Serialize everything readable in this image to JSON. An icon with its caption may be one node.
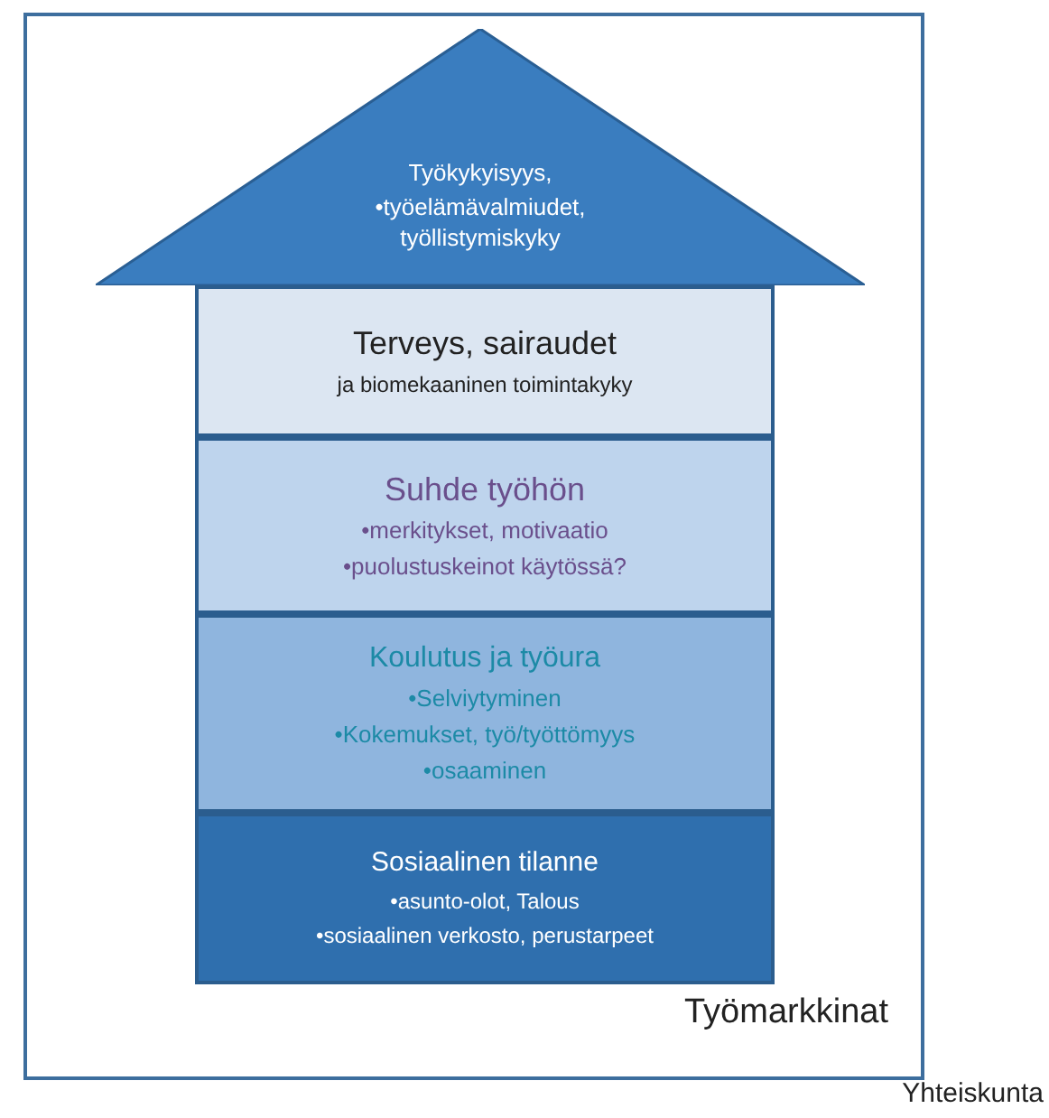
{
  "diagram": {
    "nodes": [
      {
        "text": [
          "Työmarkkinat"
        ]
      },
      {
        "text": [
          "Työkykyisyys,",
          "•työelämävalmiudet, työllistymiskyky"
        ],
        "in": 0
      },
      {
        "text": [
          "Terveys, sairaudet",
          "ja biomekaaninen toimintakyky"
        ],
        "in": 0
      },
      {
        "text": [
          "Suhde työhön",
          "•merkitykset, motivaatio",
          "•puolustuskeinot käytössä?"
        ],
        "in": 0
      },
      {
        "text": [
          "Koulutus ja työura",
          "•Selviytyminen",
          "•Kokemukset, työ/työttömyys",
          "•osaaminen"
        ],
        "in": 0
      },
      {
        "text": [
          "Sosiaalinen tilanne",
          "•asunto-olot, Talous",
          "•sosiaalinen verkosto, perustarpeet"
        ],
        "in": 0
      }
    ],
    "labels": [
      "Yhteiskunta"
    ]
  }
}
